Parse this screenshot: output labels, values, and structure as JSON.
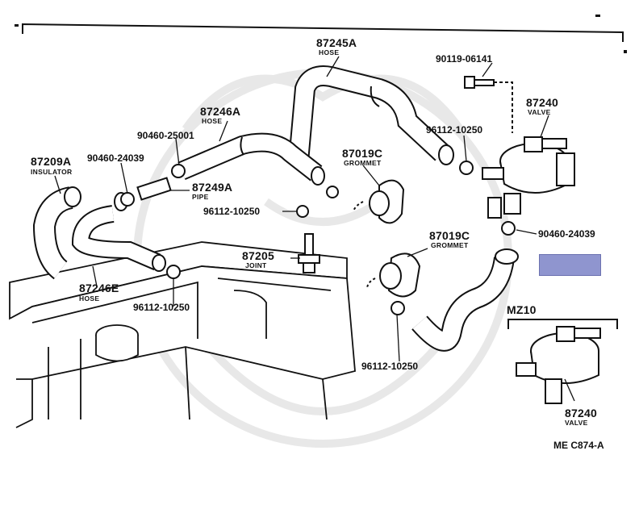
{
  "diagram": {
    "code": "ME C874-A",
    "variant": "MZ10",
    "highlight_color": "#8f95cf",
    "parts": [
      {
        "number": "87245A",
        "name": "HOSE"
      },
      {
        "number": "90119-06141",
        "name": ""
      },
      {
        "number": "87240",
        "name": "VALVE"
      },
      {
        "number": "87246A",
        "name": "HOSE"
      },
      {
        "number": "90460-25001",
        "name": ""
      },
      {
        "number": "96112-10250",
        "name": ""
      },
      {
        "number": "87209A",
        "name": "INSULATOR"
      },
      {
        "number": "90460-24039",
        "name": ""
      },
      {
        "number": "87019C",
        "name": "GROMMET"
      },
      {
        "number": "87249A",
        "name": "PIPE"
      },
      {
        "number": "96112-10250",
        "name": ""
      },
      {
        "number": "90460-24039",
        "name": ""
      },
      {
        "number": "87019C",
        "name": "GROMMET"
      },
      {
        "number": "87205",
        "name": "JOINT"
      },
      {
        "number": "87246E",
        "name": "HOSE"
      },
      {
        "number": "96112-10250",
        "name": ""
      },
      {
        "number": "96112-10250",
        "name": ""
      },
      {
        "number": "87240",
        "name": "VALVE"
      }
    ]
  }
}
